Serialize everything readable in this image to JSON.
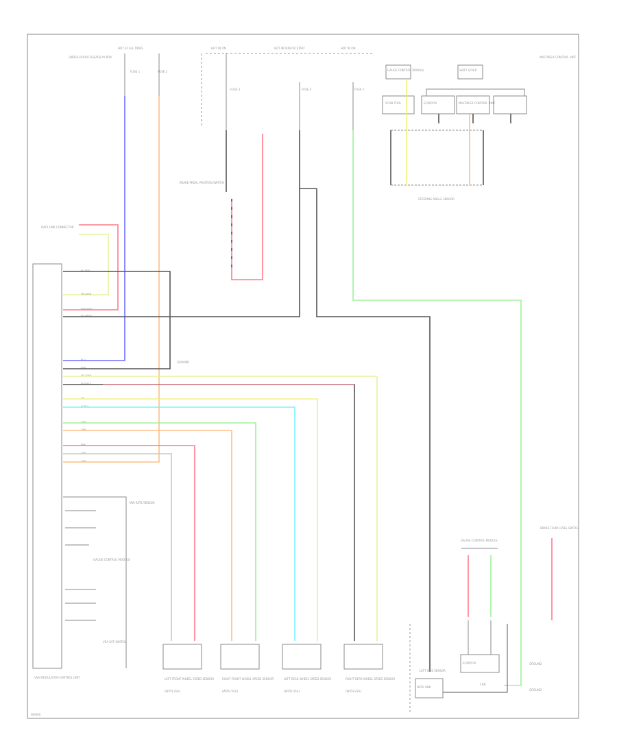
{
  "header": {
    "left_fuse": "HOT AT ALL TIMES",
    "mid_fuse": "HOT IN ON",
    "mid_label": "HOT IN RUN OR START",
    "right_fuse": "HOT IN ON",
    "far_right_note": "MULTIPLEX CONTROL UNIT",
    "fuse_caption": "UNDER-HOOD FUSE/RELAY BOX",
    "fuse_1": "FUSE 1",
    "fuse_2": "FUSE 2",
    "fuse_3": "FUSE 3",
    "fuse_4": "FUSE 4",
    "fuse_5": "FUSE 5"
  },
  "components": {
    "stop_switch": "BRAKE PEDAL POSITION SWITCH",
    "data_link": "DATA LINK CONNECTOR",
    "gauge_ctrl": "GAUGE CONTROL MODULE",
    "left_tach": "LEFT SIDE SENSOR",
    "control_unit": "VSA MODULATOR-CONTROL UNIT",
    "ground_label": "GROUND",
    "sensor_label": "YAW RATE SENSOR",
    "right_box_1": "SCAN TOOL",
    "right_box_2": "ECM/PCM",
    "right_box_3": "MULTIPLEX CONTROL UNIT",
    "right_top_a": "GAUGE CONTROL MODULE",
    "right_top_b": "SHIFT LEVER",
    "steering_label": "STEERING ANGLE SENSOR",
    "brake_fluid": "BRAKE FLUID LEVEL SWITCH",
    "vsa_off": "VSA OFF SWITCH",
    "lower_box_1": "DATA LINK",
    "lower_box_2": "ECM/PCM",
    "lower_box_3": "GROUND",
    "lower_box_4": "GROUND",
    "lower_caption": "GAUGE CONTROL MODULE",
    "bus_label": "CAN"
  },
  "wheel_sensors": [
    {
      "name": "LEFT FRONT WHEEL SPEED SENSOR",
      "sub": "(WITH VSA)"
    },
    {
      "name": "RIGHT FRONT WHEEL SPEED SENSOR",
      "sub": "(WITH VSA)"
    },
    {
      "name": "LEFT REAR WHEEL SPEED SENSOR",
      "sub": "(WITH VSA)"
    },
    {
      "name": "RIGHT REAR WHEEL SPEED SENSOR",
      "sub": "(WITH VSA)"
    }
  ],
  "wire_labels": {
    "w1": "BLU/YEL",
    "w2": "YEL/GRN",
    "w3": "BRN/WHT",
    "w4": "BLU/WHT",
    "w5": "BLU",
    "w6": "BRN",
    "w7": "YEL/GRN",
    "w8": "RED/BLK",
    "w9": "YEL",
    "w10": "LT BLU",
    "w11": "GRN",
    "w12": "ORN",
    "w13": "PNK",
    "w14": "GRY",
    "w15": "ORN"
  },
  "footer": {
    "code": "W0000"
  },
  "colors": {
    "blue": "#6f6fff",
    "orange": "#ffbe86",
    "red": "#ff7a8a",
    "green": "#9ef29b",
    "yellow": "#f2f080",
    "cyan": "#7af2ff",
    "gray": "#555555",
    "lightgray": "#c8c8c8"
  }
}
